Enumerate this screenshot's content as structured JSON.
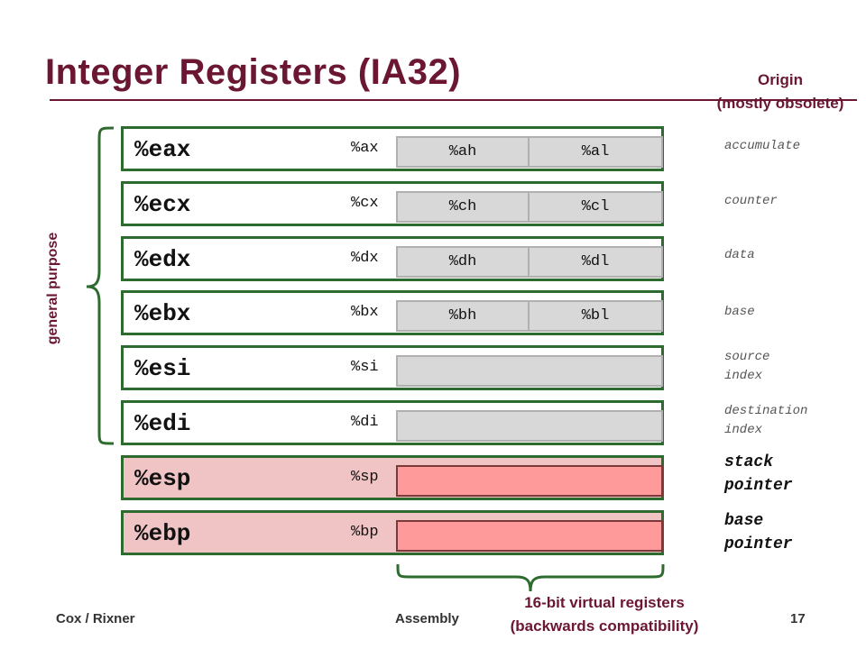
{
  "title": "Integer Registers (IA32)",
  "origin_heading": [
    "Origin",
    "(mostly obsolete)"
  ],
  "general_purpose_label": "general purpose",
  "bottom_label": [
    "16-bit virtual registers",
    "(backwards compatibility)"
  ],
  "footer": {
    "left": "Cox / Rixner",
    "center": "Assembly",
    "right": "17"
  },
  "registers": [
    {
      "name": "%eax",
      "sub": "%ax",
      "high": "%ah",
      "low": "%al",
      "origin": [
        "accumulate"
      ]
    },
    {
      "name": "%ecx",
      "sub": "%cx",
      "high": "%ch",
      "low": "%cl",
      "origin": [
        "counter"
      ]
    },
    {
      "name": "%edx",
      "sub": "%dx",
      "high": "%dh",
      "low": "%dl",
      "origin": [
        "data"
      ]
    },
    {
      "name": "%ebx",
      "sub": "%bx",
      "high": "%bh",
      "low": "%bl",
      "origin": [
        "base"
      ]
    },
    {
      "name": "%esi",
      "sub": "%si",
      "high": "",
      "low": "",
      "origin": [
        "source",
        "index"
      ]
    },
    {
      "name": "%edi",
      "sub": "%di",
      "high": "",
      "low": "",
      "origin": [
        "destination",
        "index"
      ]
    },
    {
      "name": "%esp",
      "sub": "%sp",
      "high": "",
      "low": "",
      "origin": [
        "stack",
        "pointer"
      ]
    },
    {
      "name": "%ebp",
      "sub": "%bp",
      "high": "",
      "low": "",
      "origin": [
        "base",
        "pointer"
      ]
    }
  ],
  "colors": {
    "title": "#6b1732",
    "register_border": "#2e6b2e",
    "gp_subbox": "#d8d8d8",
    "special_register_bg": "#f0c4c4",
    "special_subbox": "#ff9a9a"
  }
}
